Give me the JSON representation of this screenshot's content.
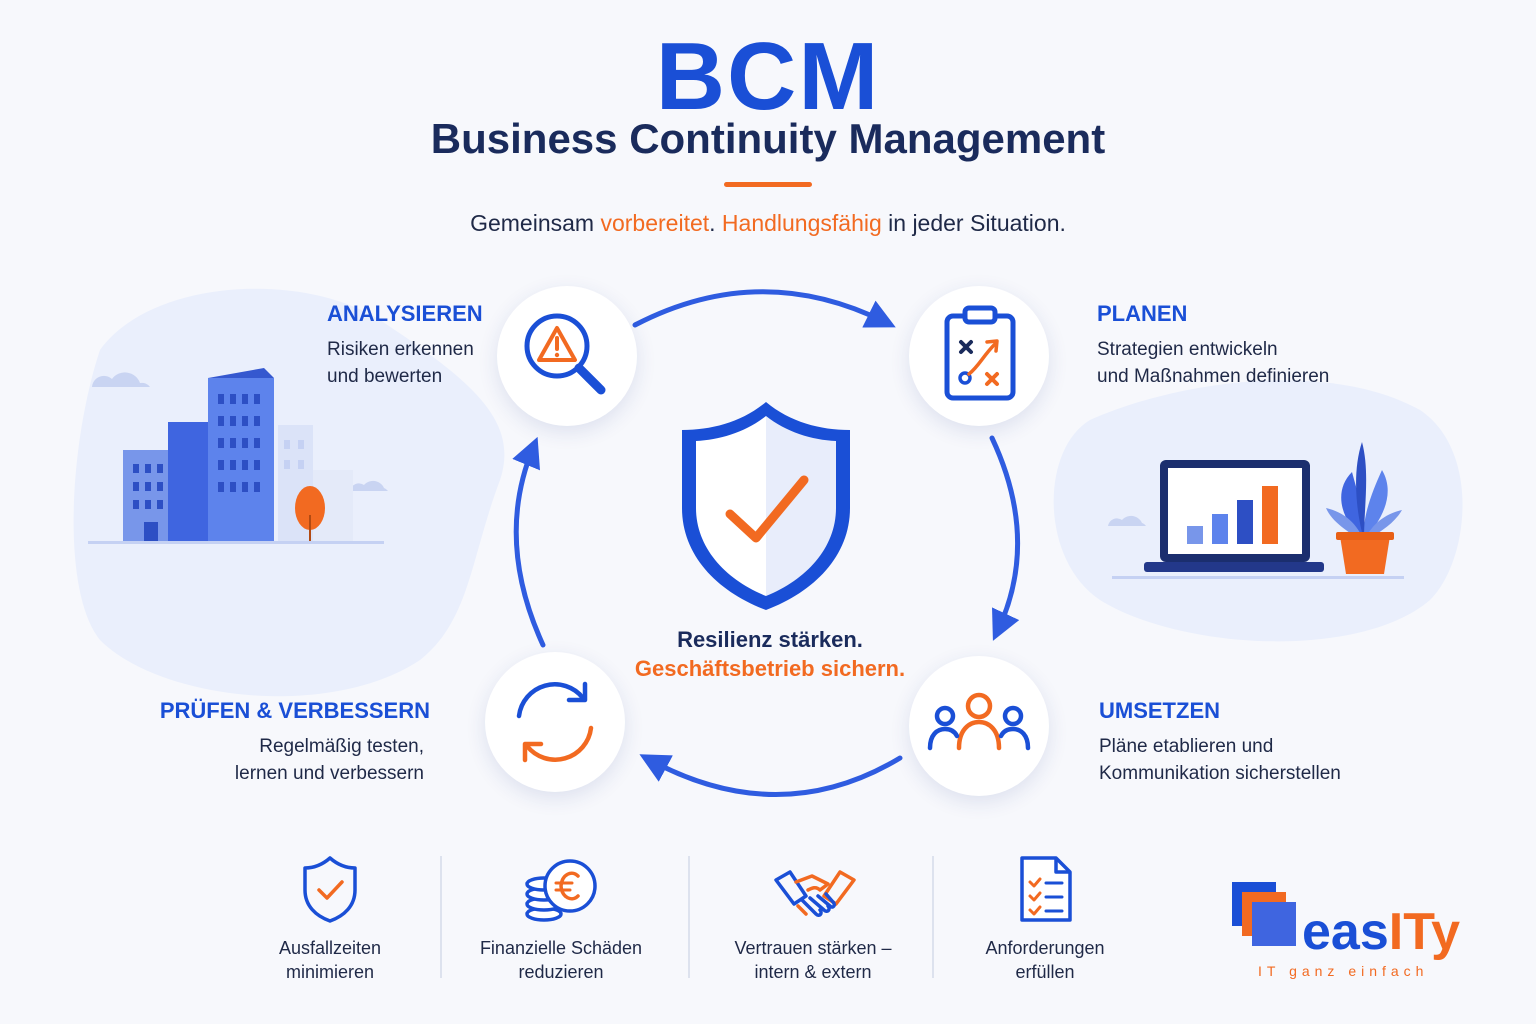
{
  "header": {
    "title": "BCM",
    "subtitle": "Business Continuity Management",
    "tagline_part1": "Gemeinsam ",
    "tagline_accent1": "vorbereitet",
    "tagline_part2": ". ",
    "tagline_accent2": "Handlungsfähig",
    "tagline_part3": " in jeder Situation."
  },
  "cycle": {
    "steps": [
      {
        "heading": "ANALYSIEREN",
        "line1": "Risiken erkennen",
        "line2": "und bewerten",
        "icon": "risk-search-icon"
      },
      {
        "heading": "PLANEN",
        "line1": "Strategien entwickeln",
        "line2": "und Maßnahmen definieren",
        "icon": "strategy-clipboard-icon"
      },
      {
        "heading": "UMSETZEN",
        "line1": "Pläne etablieren und",
        "line2": "Kommunikation sicherstellen",
        "icon": "team-icon"
      },
      {
        "heading": "PRÜFEN & VERBESSERN",
        "line1": "Regelmäßig testen,",
        "line2": "lernen und verbessern",
        "icon": "refresh-cycle-icon"
      }
    ],
    "center_line1": "Resilienz stärken.",
    "center_line2": "Geschäftsbetrieb sichern."
  },
  "benefits": [
    {
      "line1": "Ausfallzeiten",
      "line2": "minimieren",
      "icon": "shield-check-icon"
    },
    {
      "line1": "Finanzielle Schäden",
      "line2": "reduzieren",
      "icon": "euro-coins-icon"
    },
    {
      "line1": "Vertrauen stärken –",
      "line2": "intern & extern",
      "icon": "handshake-icon"
    },
    {
      "line1": "Anforderungen",
      "line2": "erfüllen",
      "icon": "checklist-document-icon"
    }
  ],
  "logo": {
    "name_part1": "eas",
    "name_part2": "ITy",
    "tagline": "IT ganz einfach"
  },
  "colors": {
    "primary_blue": "#1a4fd6",
    "navy": "#1a2b5c",
    "accent_orange": "#f26a21",
    "background": "#f7f8fc"
  }
}
